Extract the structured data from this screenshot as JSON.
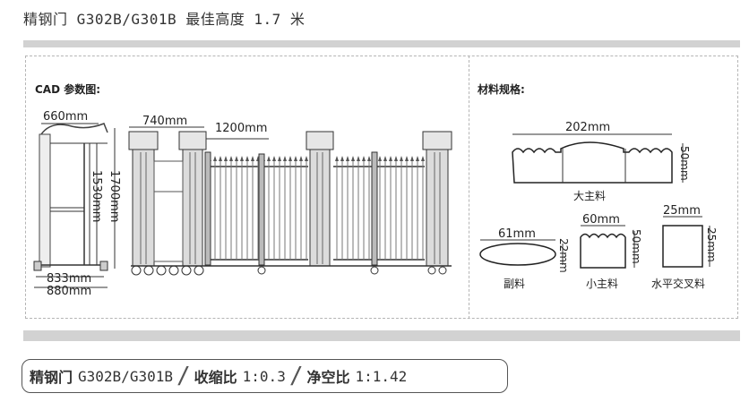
{
  "title": "精钢门 G302B/G301B  最佳高度 1.7 米",
  "left_section": {
    "heading": "CAD 参数图:",
    "dims": {
      "top_width": "660mm",
      "inner_height": "1530mm",
      "outer_height": "1700mm",
      "base_inner": "833mm",
      "base_outer": "880mm",
      "pillar_width": "740mm",
      "span": "1200mm"
    }
  },
  "right_section": {
    "heading": "材料规格:",
    "main_profile": {
      "dim_w": "202mm",
      "dim_h": "50mm",
      "label": "大主料"
    },
    "sub_profile": {
      "dim_w": "61mm",
      "dim_h": "22mm",
      "label": "副料"
    },
    "small_profile": {
      "dim_w": "60mm",
      "dim_h": "50mm",
      "label": "小主料"
    },
    "cross_profile": {
      "dim_w": "25mm",
      "dim_h": "25mm",
      "label": "水平交叉料"
    }
  },
  "footer": {
    "name_cn": "精钢门",
    "model": "G302B/G301B",
    "ratio_label": "收缩比",
    "ratio_value": "1:0.3",
    "clear_label": "净空比",
    "clear_value": "1:1.42"
  }
}
